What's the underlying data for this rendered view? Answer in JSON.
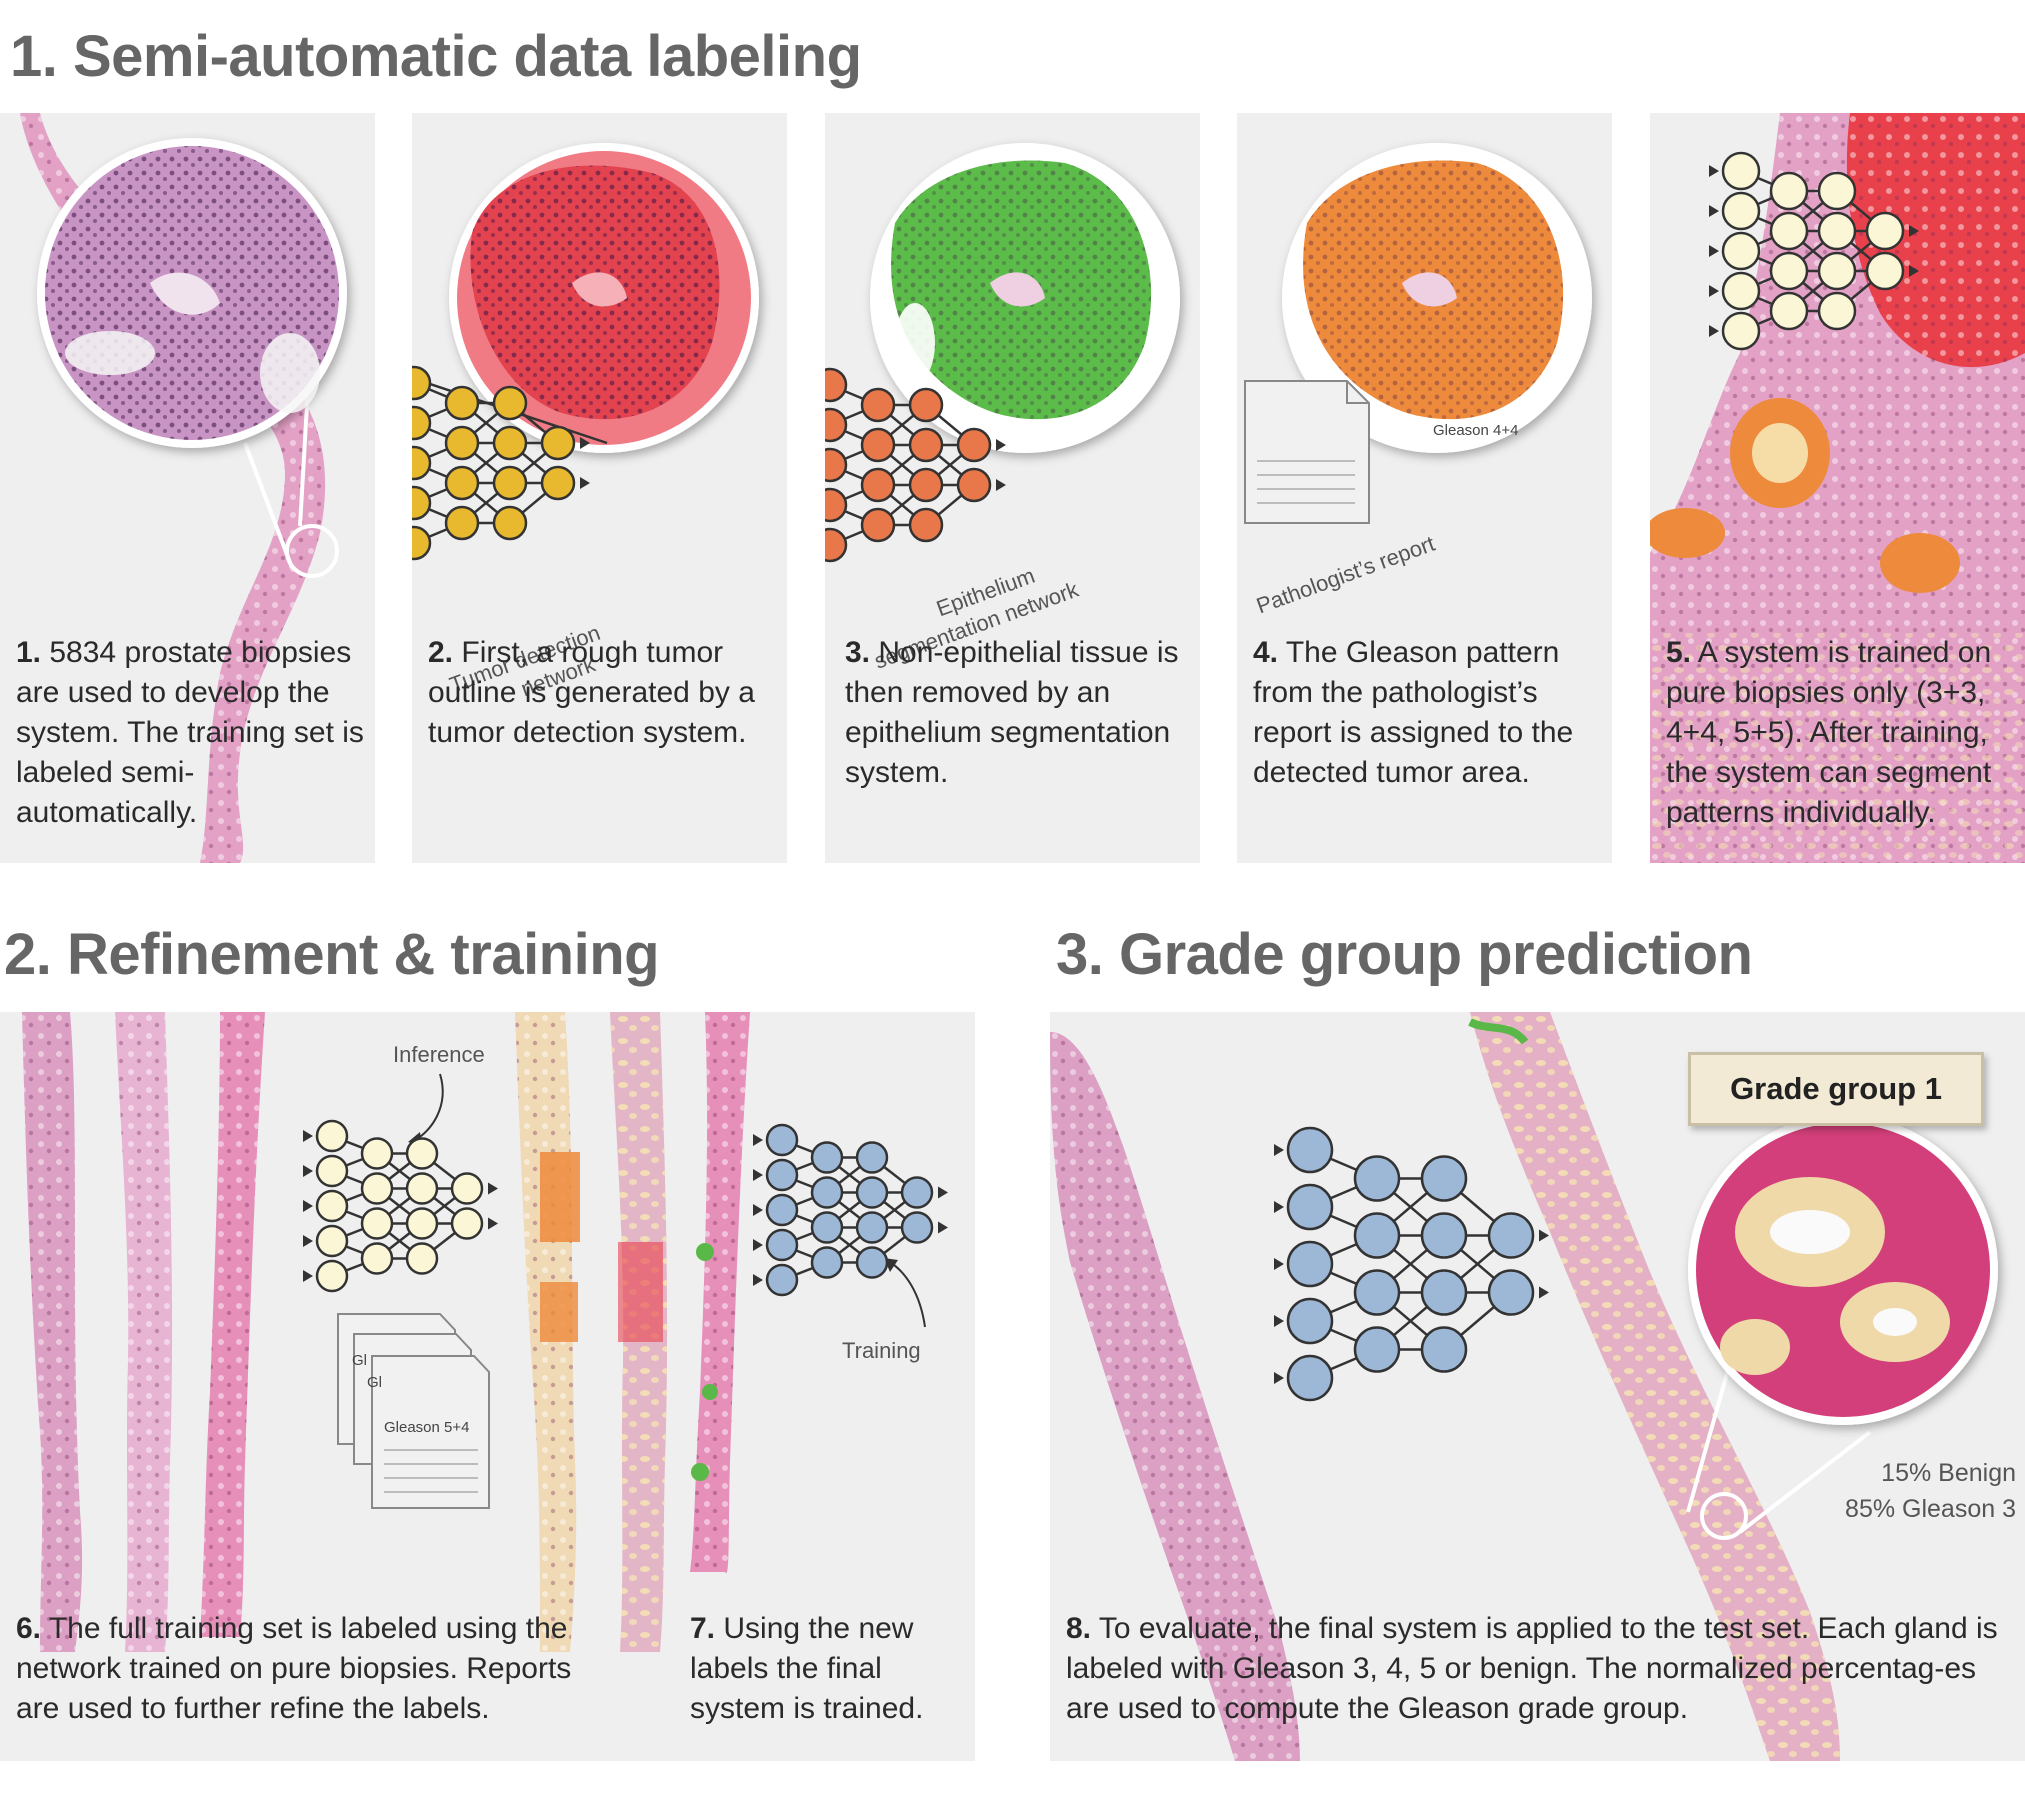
{
  "headings": {
    "s1": "1. Semi-automatic data labeling",
    "s2": "2. Refinement & training",
    "s3": "3. Grade group prediction"
  },
  "steps": [
    {
      "num": "1.",
      "text": " 5834 prostate biopsies are used to develop the system. The training set is labeled semi-automatically."
    },
    {
      "num": "2.",
      "text": " First, a rough tumor outline is generated by a tumor detection system."
    },
    {
      "num": "3.",
      "text": " Non-epithelial tissue is then removed by an epithelium segmentation system."
    },
    {
      "num": "4.",
      "text": " The Gleason pattern from the pathologist’s report is assigned to the detected tumor area."
    },
    {
      "num": "5.",
      "text": " A system is trained on pure biopsies only (3+3, 4+4, 5+5). After training, the system can segment patterns individually."
    },
    {
      "num": "6.",
      "text": " The full training set is labeled using the network trained on pure biopsies. Reports are used to further refine the labels."
    },
    {
      "num": "7.",
      "text": " Using the new labels the final system is trained."
    },
    {
      "num": "8.",
      "text": " To evaluate, the final system is applied to the test set. Each gland is labeled with Gleason 3, 4, 5 or benign. The normalized percentag-es are used to compute the Gleason grade group."
    }
  ],
  "labels": {
    "tumor_net_1": "Tumor detection",
    "tumor_net_2": "network",
    "epi_net_1": "Epithelium",
    "epi_net_2": "segmentation network",
    "report": "Pathologist’s report",
    "doc_gleason_44": "Gleason 4+4",
    "doc_gleason_54": "Gleason 5+4",
    "doc_gl_a": "Gl",
    "doc_gl_b": "Gl",
    "inference": "Inference",
    "training": "Training",
    "grade_group": "Grade group 1",
    "pct_benign": "15% Benign",
    "pct_g3": "85% Gleason 3"
  },
  "colors": {
    "heading": "#666666",
    "panel_bg": "#efefef",
    "net_yellow": "#e8b92e",
    "net_orange": "#e8774a",
    "net_cream": "#fbf6d6",
    "net_blue": "#9db7d6",
    "tissue_pink": "#e3a1c6",
    "tumor_red": "#e84757",
    "epi_green": "#59b847",
    "gleason_orange": "#ee8a3c"
  }
}
